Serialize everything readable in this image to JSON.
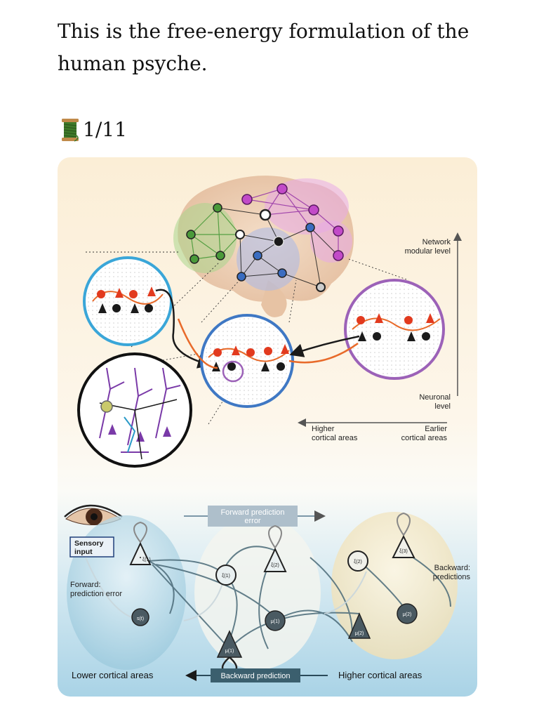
{
  "post": {
    "text": "This is the free-energy formulation of the human psyche.",
    "thread_counter": "1/11",
    "thread_icon": "spool-of-thread-icon"
  },
  "figure": {
    "top": {
      "network_level_line1": "Network",
      "network_level_line2": "modular level",
      "neuronal_level_line1": "Neuronal",
      "neuronal_level_line2": "level",
      "higher_areas_line1": "Higher",
      "higher_areas_line2": "cortical areas",
      "earlier_areas_line1": "Earlier",
      "earlier_areas_line2": "cortical areas"
    },
    "bottom": {
      "forward_prediction_line1": "Forward prediction",
      "forward_prediction_line2": "error",
      "sensory_line1": "Sensory",
      "sensory_line2": "input",
      "forward_pe_line1": "Forward:",
      "forward_pe_line2": "prediction error",
      "backward_pred_line1": "Backward:",
      "backward_pred_line2": "predictions",
      "lower_areas": "Lower cortical areas",
      "backward_prediction": "Backward prediction",
      "higher_areas": "Higher cortical areas",
      "sym_xi_v1": "ξ(1)",
      "sym_xi_x1": "ξ(1)",
      "sym_xi_v2": "ξ(2)",
      "sym_xi_x2": "ξ(2)",
      "sym_xi_v3": "ξ(3)",
      "sym_s": "s(t)",
      "sym_mu_x1": "μ(1)",
      "sym_mu_v1": "μ(1)",
      "sym_mu_v2": "μ(2)",
      "sym_mu_x2": "μ(2)"
    },
    "colors": {
      "red_neuron": "#e23a1e",
      "black_neuron": "#1a1a1a",
      "cyan_circle": "#3aa6d8",
      "blue_circle": "#3f78c4",
      "purple_circle": "#9c62b8",
      "green_module": "#4a9a3a",
      "purple_module": "#9a3aa8",
      "blue_module": "#3a6cc0"
    }
  }
}
